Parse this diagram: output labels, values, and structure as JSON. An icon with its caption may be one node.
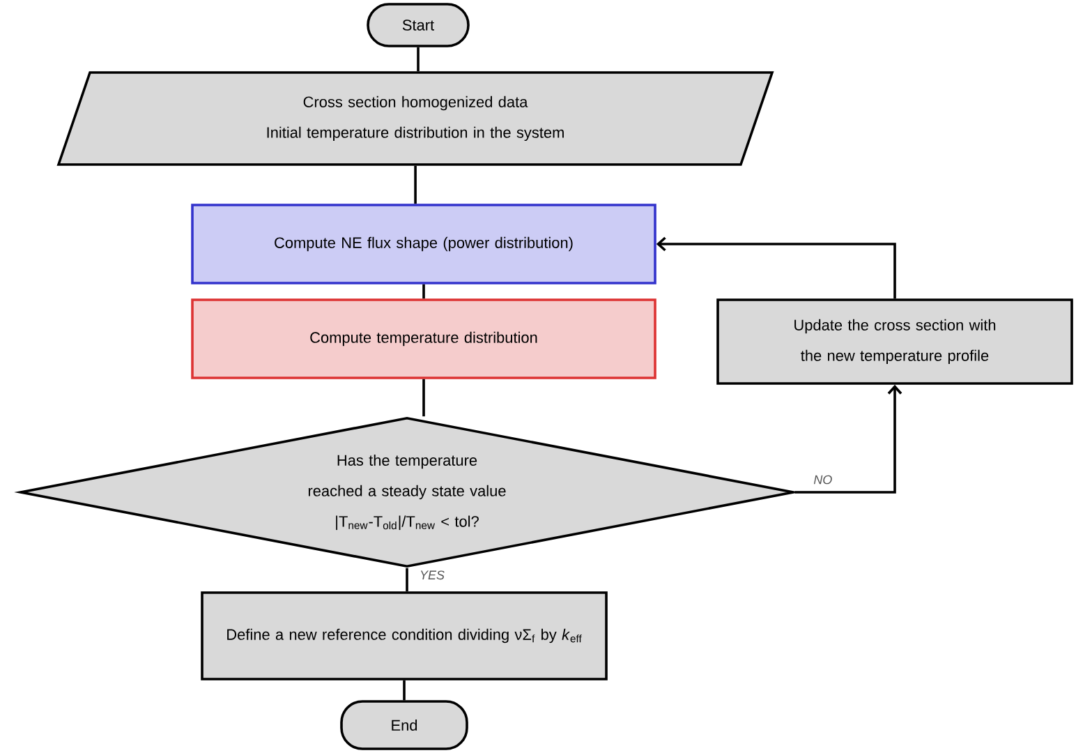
{
  "diagram": {
    "nodes": [
      {
        "text": [
          "Start"
        ]
      },
      {
        "text": [
          "Cross section homogenized data",
          "Initial temperature distribution in the system"
        ]
      },
      {
        "text": [
          "Compute NE flux shape (power distribution)"
        ]
      },
      {
        "text": [
          "Compute temperature distribution"
        ]
      },
      {
        "text": [
          "Has the temperature reached a steady state value",
          "|T$_{new}$-T$_{old}$|/T$_{new}$ < tol?"
        ]
      },
      {
        "text": [
          "Update the cross section with the new temperature profile"
        ]
      },
      {
        "text": [
          "Define a new reference condition dividing νΣ$_{f}$ by *k*$_{eff}$"
        ]
      },
      {
        "text": [
          "End"
        ]
      }
    ],
    "edges": [
      {
        "from": 0,
        "to": 1,
        "arrow": "none"
      },
      {
        "from": 1,
        "to": 2,
        "arrow": "none"
      },
      {
        "from": 2,
        "to": 3,
        "arrow": "none"
      },
      {
        "from": 3,
        "to": 4,
        "arrow": "none"
      },
      {
        "from": 4,
        "to": 5,
        "arrow": "to",
        "label": "NO"
      },
      {
        "from": 5,
        "to": 2,
        "arrow": "to"
      },
      {
        "from": 4,
        "to": 6,
        "arrow": "none",
        "label": "YES"
      },
      {
        "from": 6,
        "to": 7,
        "arrow": "none"
      }
    ]
  }
}
